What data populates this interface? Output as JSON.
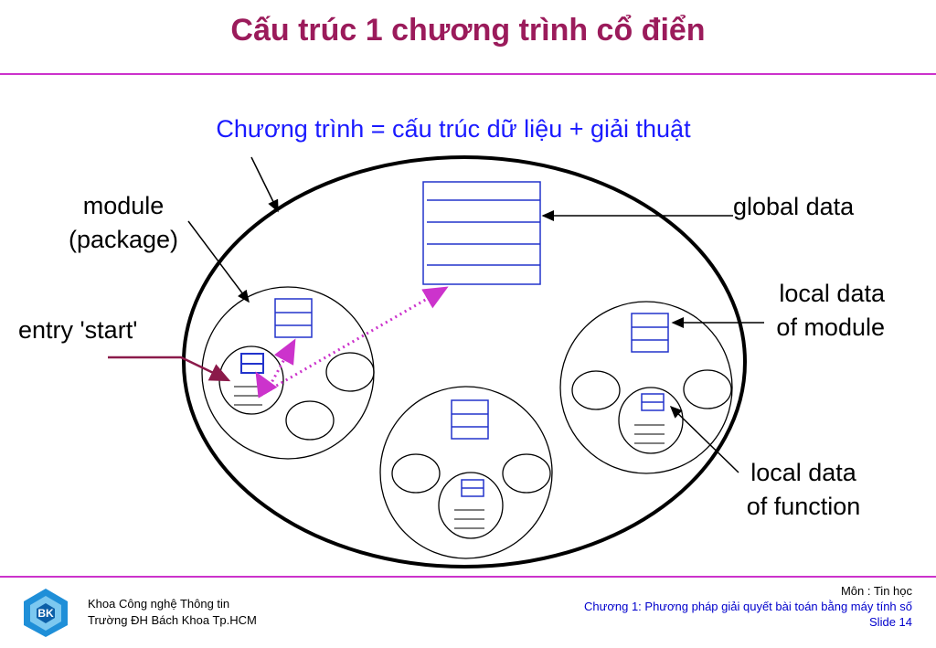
{
  "slide": {
    "title": "Cấu trúc 1 chương trình cổ điển",
    "subtitle": "Chương trình = cấu trúc dữ liệu + giải thuật"
  },
  "labels": {
    "module_line1": "module",
    "module_line2": "(package)",
    "entry": "entry 'start'",
    "global_data": "global data",
    "local_module_line1": "local data",
    "local_module_line2": "of module",
    "local_function_line1": "local data",
    "local_function_line2": "of function"
  },
  "footer": {
    "org_line1": "Khoa Công nghệ Thông tin",
    "org_line2": "Trường ĐH Bách Khoa Tp.HCM",
    "subject": "Môn : Tin học",
    "chapter": "Chương 1: Phương pháp giải quyết bài toán bằng máy tính số",
    "slide_number": "Slide 14",
    "logo_text": "BK"
  },
  "colors": {
    "title": "#9b1b5b",
    "rule": "#cc33cc",
    "accent_blue": "#1a1aff",
    "data_box": "#2233cc",
    "entry_arrow": "#8b1a4a",
    "dotted_arrow": "#cc33cc"
  }
}
